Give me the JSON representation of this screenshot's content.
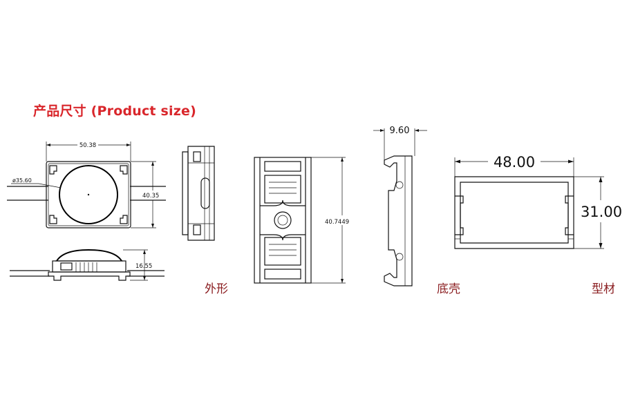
{
  "heading": "产品尺寸 (Product size)",
  "captions": {
    "appearance": "外形",
    "base_shell": "底壳",
    "profile": "型材"
  },
  "dimensions": {
    "width_front": "50.38",
    "lens_diameter": "ø35.60",
    "height_front": "40.35",
    "side_height": "16.55",
    "base_length": "40.7449",
    "shell_depth": "9.60",
    "profile_width": "48.00",
    "profile_height": "31.00"
  },
  "colors": {
    "heading": "#d9262b",
    "caption": "#8a1c1f",
    "line": "#111111"
  }
}
